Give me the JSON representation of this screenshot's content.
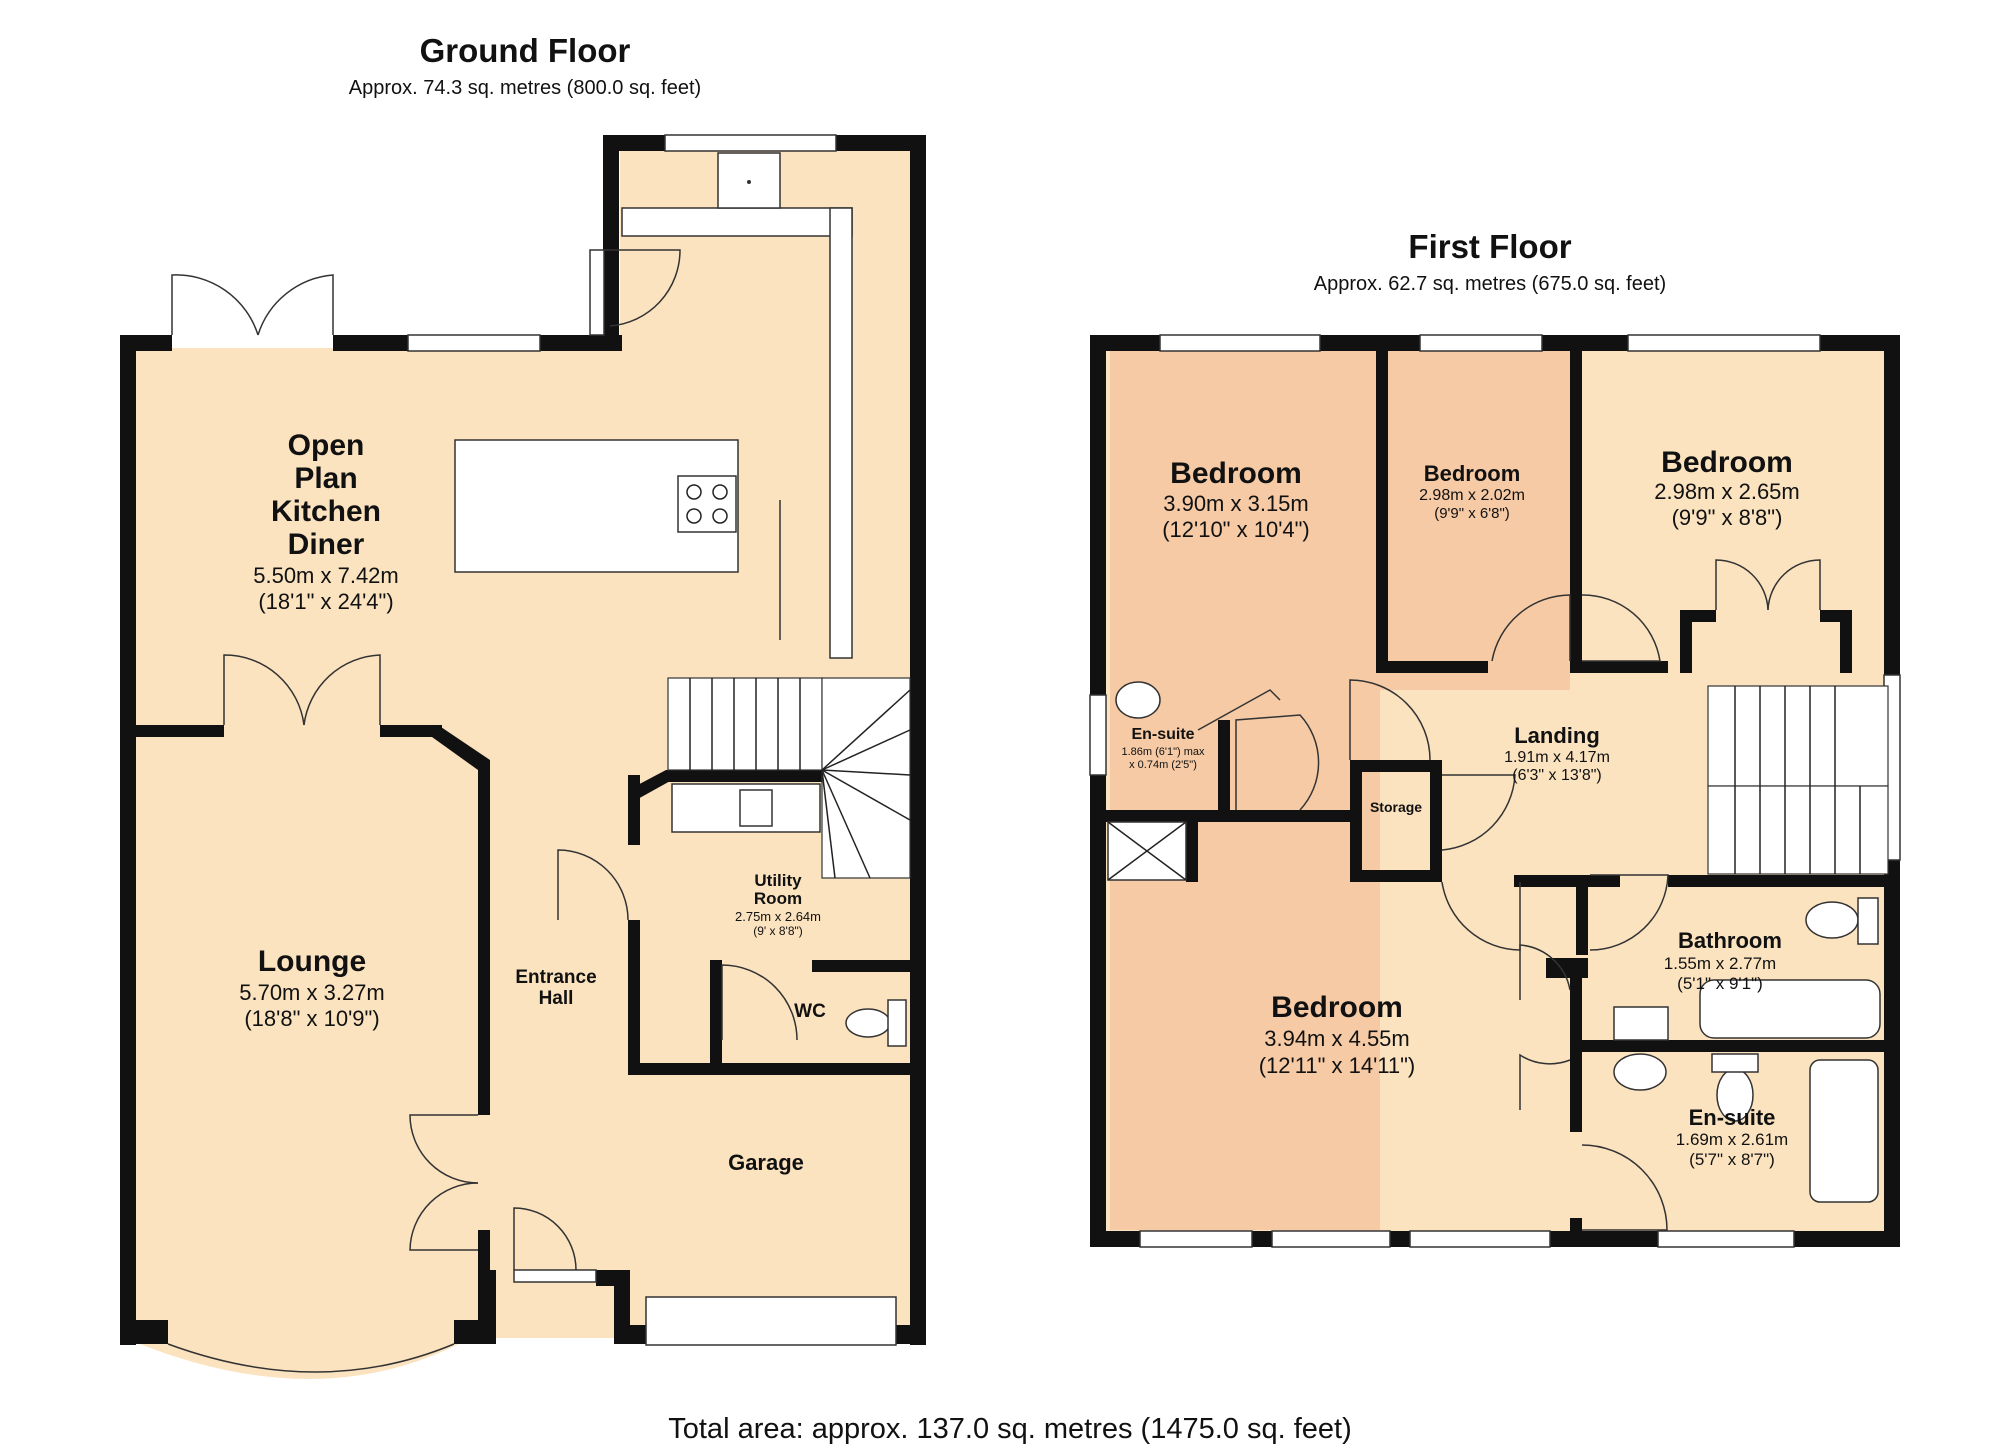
{
  "ground_floor": {
    "title": "Ground Floor",
    "area": "Approx. 74.3 sq. metres (800.0 sq. feet)",
    "rooms": {
      "kitchen": {
        "name": [
          "Open",
          "Plan",
          "Kitchen",
          "Diner"
        ],
        "dim_m": "5.50m x 7.42m",
        "dim_ft": "(18'1\" x 24'4\")"
      },
      "lounge": {
        "name": "Lounge",
        "dim_m": "5.70m x 3.27m",
        "dim_ft": "(18'8\" x 10'9\")"
      },
      "hall": {
        "name": [
          "Entrance",
          "Hall"
        ]
      },
      "utility": {
        "name": [
          "Utility",
          "Room"
        ],
        "dim_m": "2.75m x 2.64m",
        "dim_ft": "(9' x 8'8\")"
      },
      "wc": {
        "name": "WC"
      },
      "garage": {
        "name": "Garage"
      }
    }
  },
  "first_floor": {
    "title": "First Floor",
    "area": "Approx. 62.7 sq. metres (675.0 sq. feet)",
    "rooms": {
      "bed1": {
        "name": "Bedroom",
        "dim_m": "3.90m x 3.15m",
        "dim_ft": "(12'10\" x 10'4\")"
      },
      "bed2": {
        "name": "Bedroom",
        "dim_m": "2.98m x 2.02m",
        "dim_ft": "(9'9\" x 6'8\")"
      },
      "bed3": {
        "name": "Bedroom",
        "dim_m": "2.98m x 2.65m",
        "dim_ft": "(9'9\" x 8'8\")"
      },
      "ensuite_small": {
        "name": "En-suite",
        "dim_m": "1.86m (6'1\") max",
        "dim_ft": "x 0.74m (2'5\")"
      },
      "landing": {
        "name": "Landing",
        "dim_m": "1.91m x 4.17m",
        "dim_ft": "(6'3\" x 13'8\")"
      },
      "storage": {
        "name": "Storage"
      },
      "bathroom": {
        "name": "Bathroom",
        "dim_m": "1.55m x 2.77m",
        "dim_ft": "(5'1\" x 9'1\")"
      },
      "bed4": {
        "name": "Bedroom",
        "dim_m": "3.94m x 4.55m",
        "dim_ft": "(12'11\" x 14'11\")"
      },
      "ensuite": {
        "name": "En-suite",
        "dim_m": "1.69m x 2.61m",
        "dim_ft": "(5'7\" x 8'7\")"
      }
    }
  },
  "total_area": "Total area: approx. 137.0 sq. metres (1475.0 sq. feet)",
  "colors": {
    "floor": "#fbe3c0",
    "floor_pink": "#f5caa5",
    "wall": "#111111",
    "watermark_green": "#cfe3d2"
  }
}
